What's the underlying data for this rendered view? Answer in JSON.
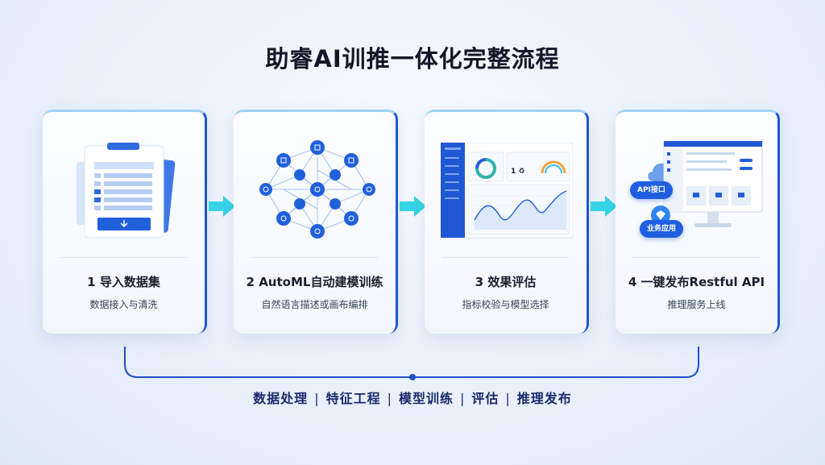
{
  "title": "助睿AI训推一体化完整流程",
  "steps": [
    {
      "label": "1 导入数据集",
      "desc": "数据接入与清洗",
      "icon": "spreadsheet-import-icon"
    },
    {
      "label": "2 AutoML自动建模训练",
      "desc": "自然语言描述或画布编排",
      "icon": "neural-network-icon"
    },
    {
      "label": "3 效果评估",
      "desc": "指标校验与模型选择",
      "icon": "evaluation-dashboard-icon"
    },
    {
      "label": "4 一键发布Restful API",
      "desc": "推理服务上线",
      "icon": "api-deploy-icon"
    }
  ],
  "pipeline": [
    "数据处理",
    "特征工程",
    "模型训练",
    "评估",
    "推理发布"
  ],
  "pipeline_separator": "|",
  "badges": {
    "api": "API接口",
    "app": "业务应用"
  },
  "colors": {
    "accent": "#1f5ee0",
    "arrow": "#37d4e6",
    "title": "#111827",
    "pipeline_text": "#1a2a6c"
  }
}
